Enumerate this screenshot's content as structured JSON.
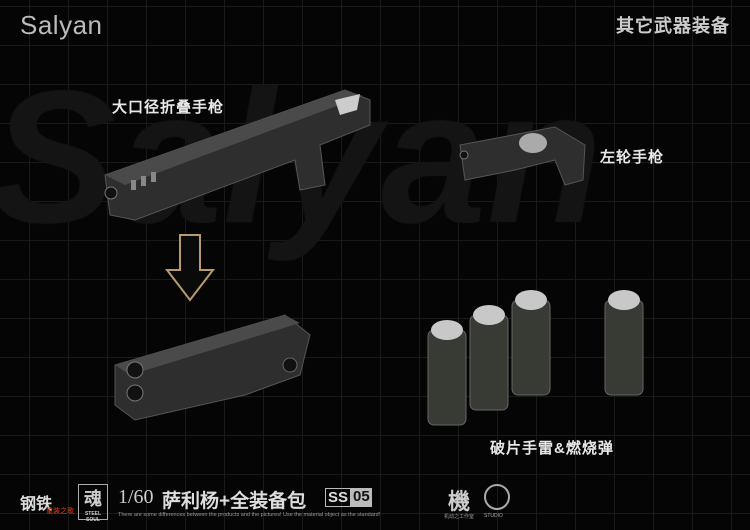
{
  "header": {
    "brand": "Salyan",
    "section_title": "其它武器装备",
    "watermark": "Salyan"
  },
  "items": [
    {
      "label": "大口径折叠手枪"
    },
    {
      "label": "左轮手枪"
    },
    {
      "label": "破片手雷&燃烧弹"
    }
  ],
  "footer": {
    "logo_left": "钢铁",
    "logo_left_sub": "重装之歌",
    "steel_soul": "魂",
    "steel_soul_sub": "STEEL SOUL",
    "scale": "1/60",
    "product": "萨利杨+全装备包",
    "code_prefix": "SS",
    "code_num": "05",
    "studio_mark": "機",
    "studio_mark_sub": "机动之工作室",
    "studio2": "STUDIO",
    "disclaimer": "There are some differences between the products and the pictures! Use the material object as the standard!"
  }
}
